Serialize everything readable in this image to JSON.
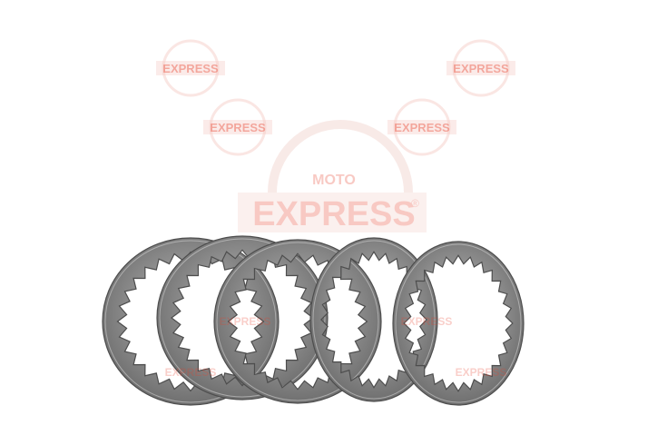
{
  "image": {
    "subject": "clutch-steel-plates",
    "plate_count": 5,
    "background_color": "#ffffff"
  },
  "watermark": {
    "brand_top": "MOTO",
    "brand_main": "EXPRESS",
    "registered_mark": "®",
    "color": "#e8412c"
  }
}
